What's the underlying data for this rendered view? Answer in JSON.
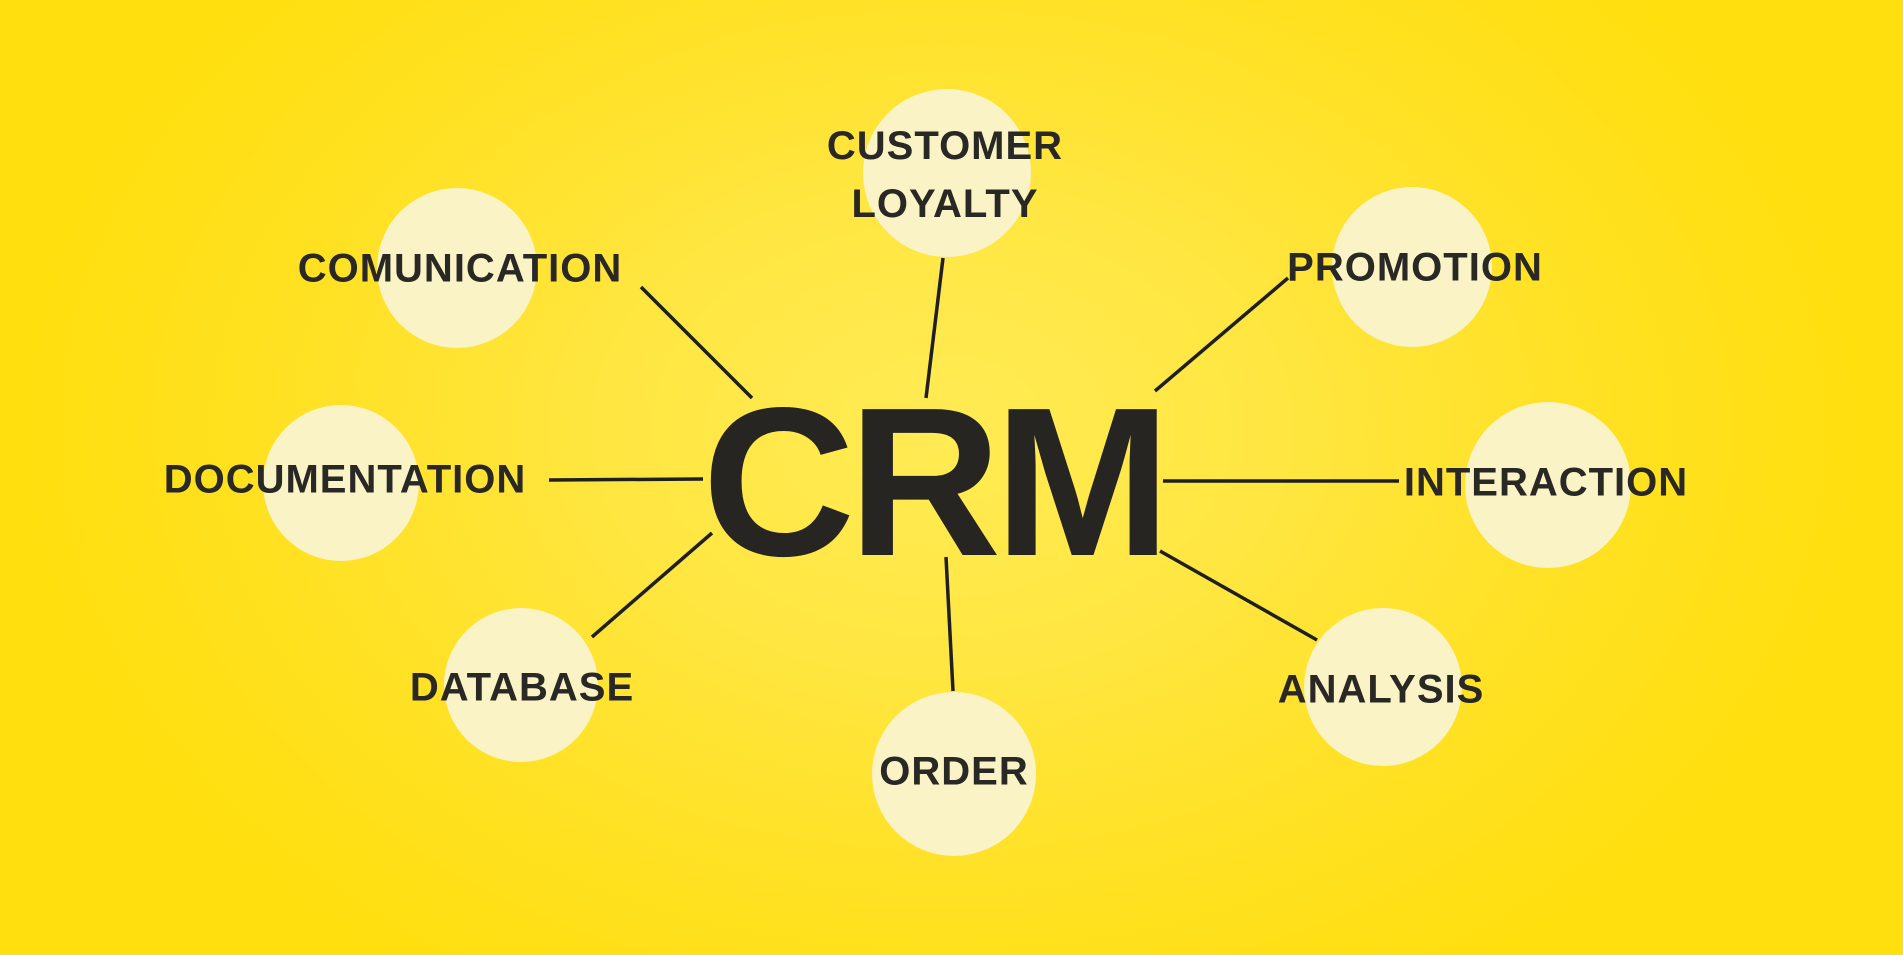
{
  "diagram": {
    "center_label": "CRM",
    "nodes": [
      {
        "id": "customer-loyalty",
        "label": "CUSTOMER LOYALTY"
      },
      {
        "id": "comunication",
        "label": "COMUNICATION"
      },
      {
        "id": "promotion",
        "label": "PROMOTION"
      },
      {
        "id": "documentation",
        "label": "DOCUMENTATION"
      },
      {
        "id": "interaction",
        "label": "INTERACTION"
      },
      {
        "id": "database",
        "label": "DATABASE"
      },
      {
        "id": "analysis",
        "label": "ANALYSIS"
      },
      {
        "id": "order",
        "label": "ORDER"
      }
    ],
    "colors": {
      "background_edge": "#ffdf0e",
      "background_glow": "#ffeb55",
      "node_circle": "#f9f3c5",
      "text": "#2a2824",
      "connector": "#1f1f1f"
    }
  }
}
